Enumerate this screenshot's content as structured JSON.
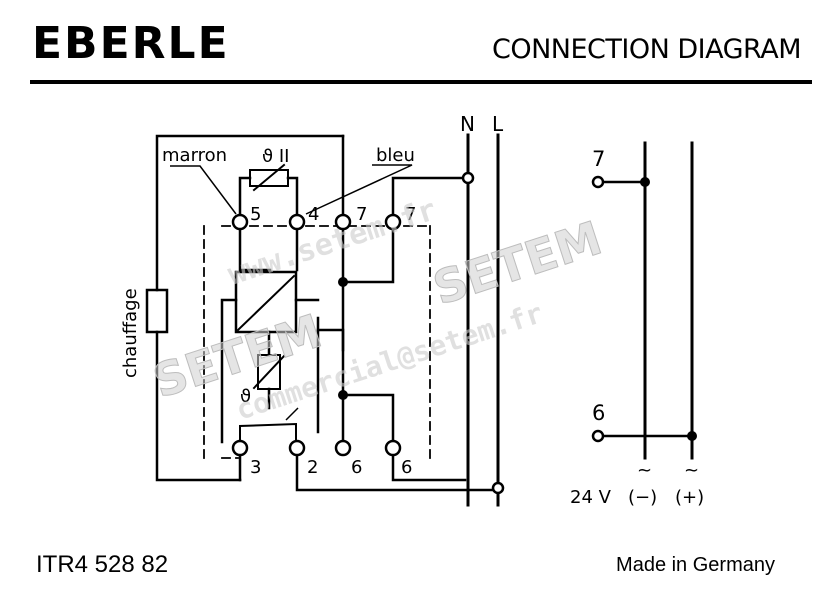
{
  "header": {
    "brand": "EBERLE",
    "title": "CONNECTION DIAGRAM"
  },
  "diagram": {
    "rail_labels": {
      "n": "N",
      "l": "L"
    },
    "wire_labels": {
      "marron": "marron",
      "bleu": "bleu"
    },
    "load_label": "chauffage",
    "sensor_labels": {
      "top": "ϑ II",
      "bottom": "ϑ"
    },
    "terminals_top": [
      "5",
      "4",
      "7",
      "7"
    ],
    "terminals_bottom": [
      "3",
      "2",
      "6",
      "6"
    ],
    "right_terminals": {
      "upper": "7",
      "lower": "6"
    },
    "supply_label": "24 V",
    "supply_polarity": {
      "minus": "∼\n(−)",
      "plus": "∼\n(+)"
    },
    "supply_minus": "(−)",
    "supply_plus": "(+)",
    "supply_tilde": "~"
  },
  "watermark": {
    "brand": "SETEM",
    "url": "www.setem.fr",
    "email": "commercial@setem.fr"
  },
  "footer": {
    "model": "ITR4 528 82",
    "origin": "Made in Germany"
  }
}
